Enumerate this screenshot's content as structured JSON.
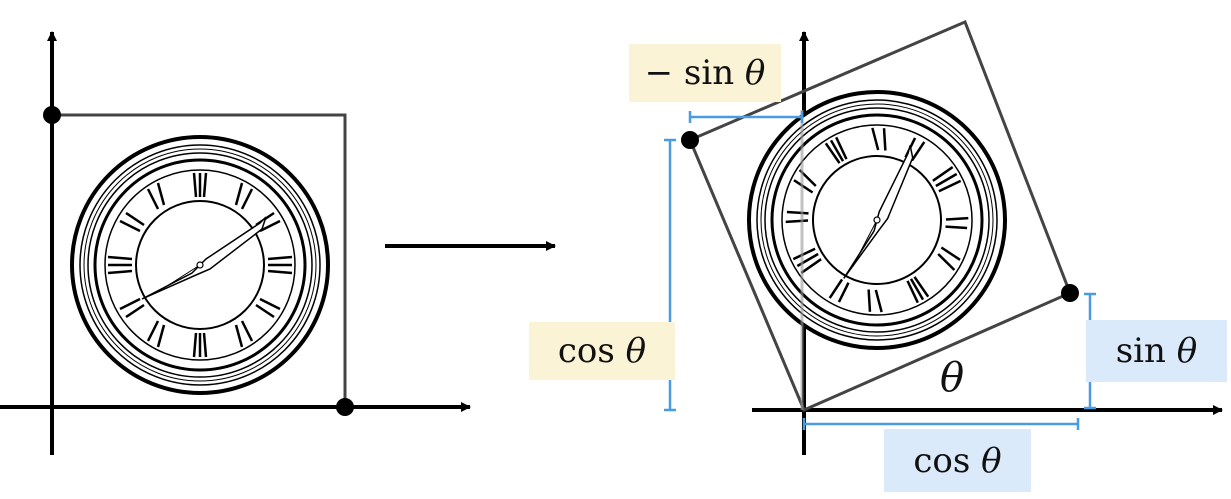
{
  "labels": {
    "neg_sin": {
      "fn": "− sin",
      "var": "θ"
    },
    "cos_left": {
      "fn": "cos",
      "var": "θ"
    },
    "sin_right": {
      "fn": "sin",
      "var": "θ"
    },
    "cos_bottom": {
      "fn": "cos",
      "var": "θ"
    },
    "angle": "θ"
  },
  "colors": {
    "axis": "#000000",
    "square": "#444444",
    "measure": "#4a9be0",
    "highlight_yellow": "#fbf3d6",
    "highlight_blue": "#dbeafb"
  },
  "rotation_degrees": 30
}
